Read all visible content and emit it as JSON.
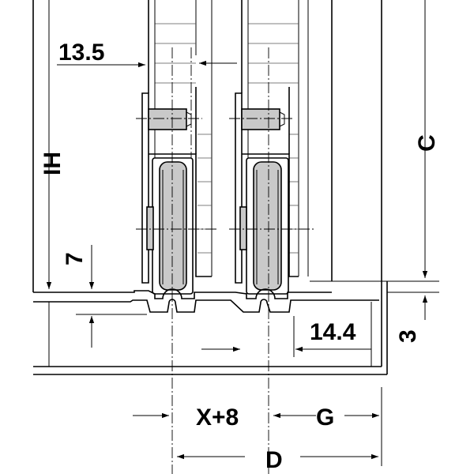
{
  "labels": {
    "dim_13_5": "13.5",
    "dim_IH": "IH",
    "dim_C": "C",
    "dim_7": "7",
    "dim_3": "3",
    "dim_14_4": "14.4",
    "dim_X8": "X+8",
    "dim_G": "G",
    "dim_D": "D"
  },
  "colors": {
    "line": "#000000",
    "fill": "#c9c9c9",
    "background": "#ffffff"
  }
}
